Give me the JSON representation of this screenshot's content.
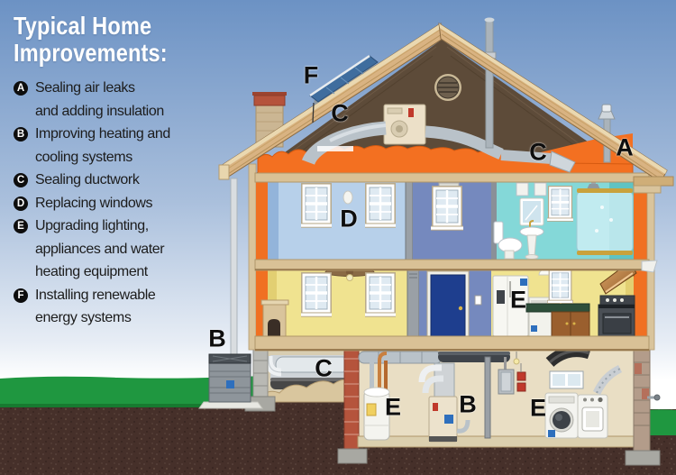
{
  "title": {
    "line1": "Typical Home",
    "line2": "Improvements:"
  },
  "legend": {
    "items": [
      {
        "key": "A",
        "label": "Sealing air leaks and adding insulation",
        "lines": [
          "Sealing air leaks",
          "and adding insulation"
        ]
      },
      {
        "key": "B",
        "label": "Improving heating and cooling systems",
        "lines": [
          "Improving heating and",
          "cooling systems"
        ]
      },
      {
        "key": "C",
        "label": "Sealing ductwork",
        "lines": [
          "Sealing ductwork"
        ]
      },
      {
        "key": "D",
        "label": "Replacing windows",
        "lines": [
          "Replacing windows"
        ]
      },
      {
        "key": "E",
        "label": "Upgrading lighting, appliances and water heating equipment",
        "lines": [
          "Upgrading lighting,",
          "appliances and water",
          "heating equipment"
        ]
      },
      {
        "key": "F",
        "label": "Installing renewable energy systems",
        "lines": [
          "Installing renewable",
          "energy systems"
        ]
      }
    ]
  },
  "markers": [
    {
      "id": "solar-panel",
      "letter": "F"
    },
    {
      "id": "attic-duct-left",
      "letter": "C"
    },
    {
      "id": "attic-duct-right",
      "letter": "C"
    },
    {
      "id": "attic-insulation",
      "letter": "A"
    },
    {
      "id": "bedroom-windows",
      "letter": "D"
    },
    {
      "id": "refrigerator",
      "letter": "E"
    },
    {
      "id": "ac-condenser",
      "letter": "B"
    },
    {
      "id": "crawlspace-duct",
      "letter": "C"
    },
    {
      "id": "water-heater",
      "letter": "E"
    },
    {
      "id": "furnace",
      "letter": "B"
    },
    {
      "id": "laundry",
      "letter": "E"
    }
  ],
  "colors": {
    "sky_top": "#6c92c4",
    "sky_horizon": "#ffffff",
    "grass": "#1f9740",
    "soil": "#46302a",
    "insulation_orange": "#f37021",
    "roof_tan": "#d9b382",
    "legend_text": "#1c1c1c",
    "title_text": "#ffffff",
    "marker_text": "#0e0e0e"
  },
  "illustration": {
    "description": "Cutaway of a two-story house with attic and basement showing energy-efficiency improvement locations",
    "elements": [
      "roof",
      "solar-panel",
      "chimney",
      "gable-vent",
      "attic-insulation",
      "air-handler",
      "ductwork",
      "bedroom",
      "hallway",
      "bathroom",
      "living-room",
      "entry-door",
      "kitchen",
      "refrigerator",
      "stove",
      "crawlspace",
      "water-heater",
      "furnace",
      "electrical-panel",
      "washer",
      "dryer",
      "ac-condenser",
      "downspout",
      "grass",
      "soil"
    ]
  }
}
